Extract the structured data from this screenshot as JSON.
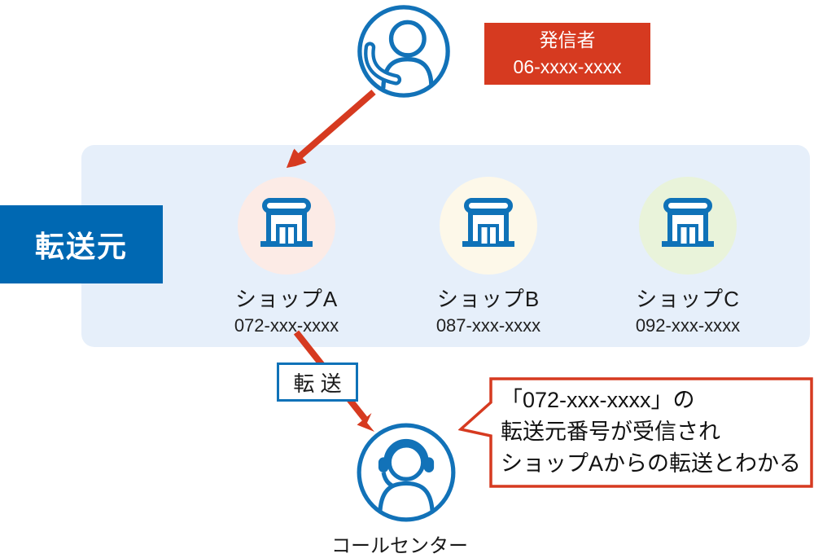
{
  "colors": {
    "accent_red": "#d63a20",
    "icon_blue": "#0f72b8",
    "label_box_blue": "#0068b2",
    "panel_blue": "#e6effa",
    "shop_a_circle": "#fcebe6",
    "shop_b_circle": "#fdf8e9",
    "shop_c_circle": "#e9f3da"
  },
  "icons": [
    "caller-phone-icon",
    "store-icon",
    "call-center-headset-icon"
  ],
  "caller": {
    "badge_line1": "発信者",
    "badge_line2": "06-xxxx-xxxx"
  },
  "source_group": {
    "label": "転送元",
    "shops": [
      {
        "name": "ショップA",
        "phone": "072-xxx-xxxx"
      },
      {
        "name": "ショップB",
        "phone": "087-xxx-xxxx"
      },
      {
        "name": "ショップC",
        "phone": "092-xxx-xxxx"
      }
    ]
  },
  "forward": {
    "label": "転 送"
  },
  "call_center": {
    "label": "コールセンター"
  },
  "callout": {
    "line1": "「072-xxx-xxxx」の",
    "line2": "転送元番号が受信され",
    "line3": "ショップAからの転送とわかる"
  }
}
